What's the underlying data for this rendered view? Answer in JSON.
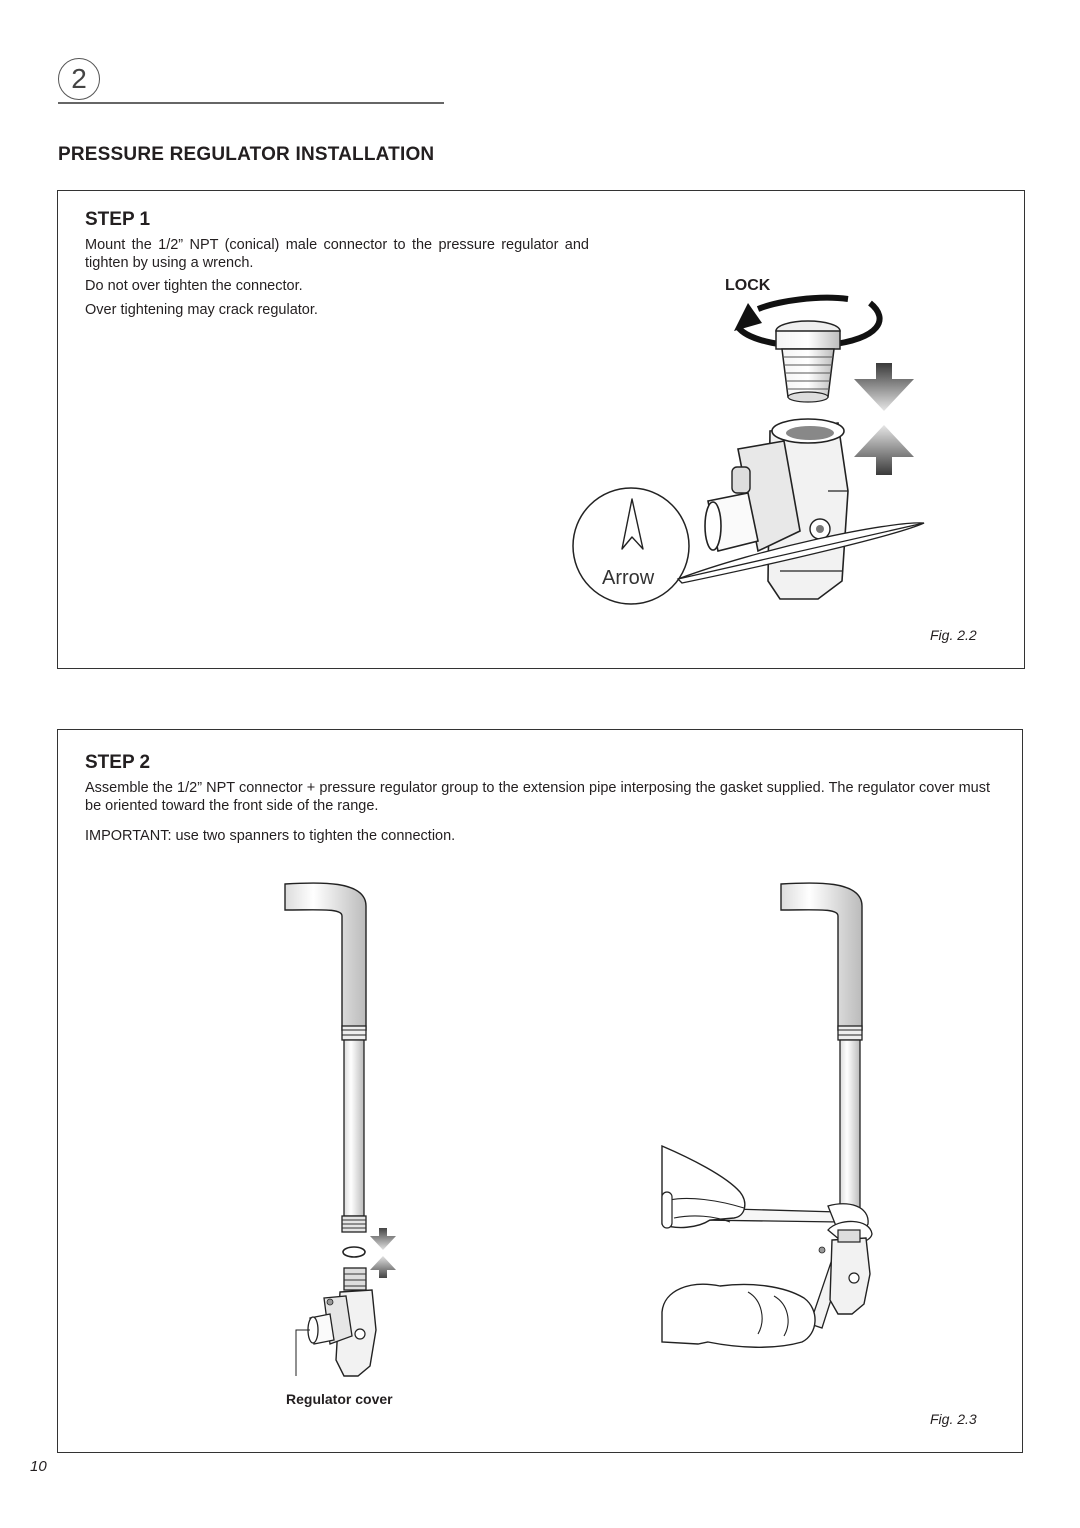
{
  "section": {
    "number": "2"
  },
  "heading": "PRESSURE REGULATOR INSTALLATION",
  "step1": {
    "title": "STEP 1",
    "para1": "Mount the 1/2” NPT (conical) male connector to the pressure regulator and tighten by using a wrench.",
    "para2": "Do not over tighten the connector.",
    "para3": "Over tightening may crack regulator.",
    "lock_label": "LOCK",
    "arrow_label": "Arrow",
    "figure_caption": "Fig. 2.2"
  },
  "step2": {
    "title": "STEP 2",
    "para1": "Assemble the 1/2” NPT connector + pressure regulator group to the extension pipe interposing the gasket supplied. The regulator cover must be oriented toward the front side of the range.",
    "para2": "IMPORTANT: use two spanners to tighten the connection.",
    "regulator_label": "Regulator cover",
    "figure_caption": "Fig. 2.3"
  },
  "page_number": "10"
}
